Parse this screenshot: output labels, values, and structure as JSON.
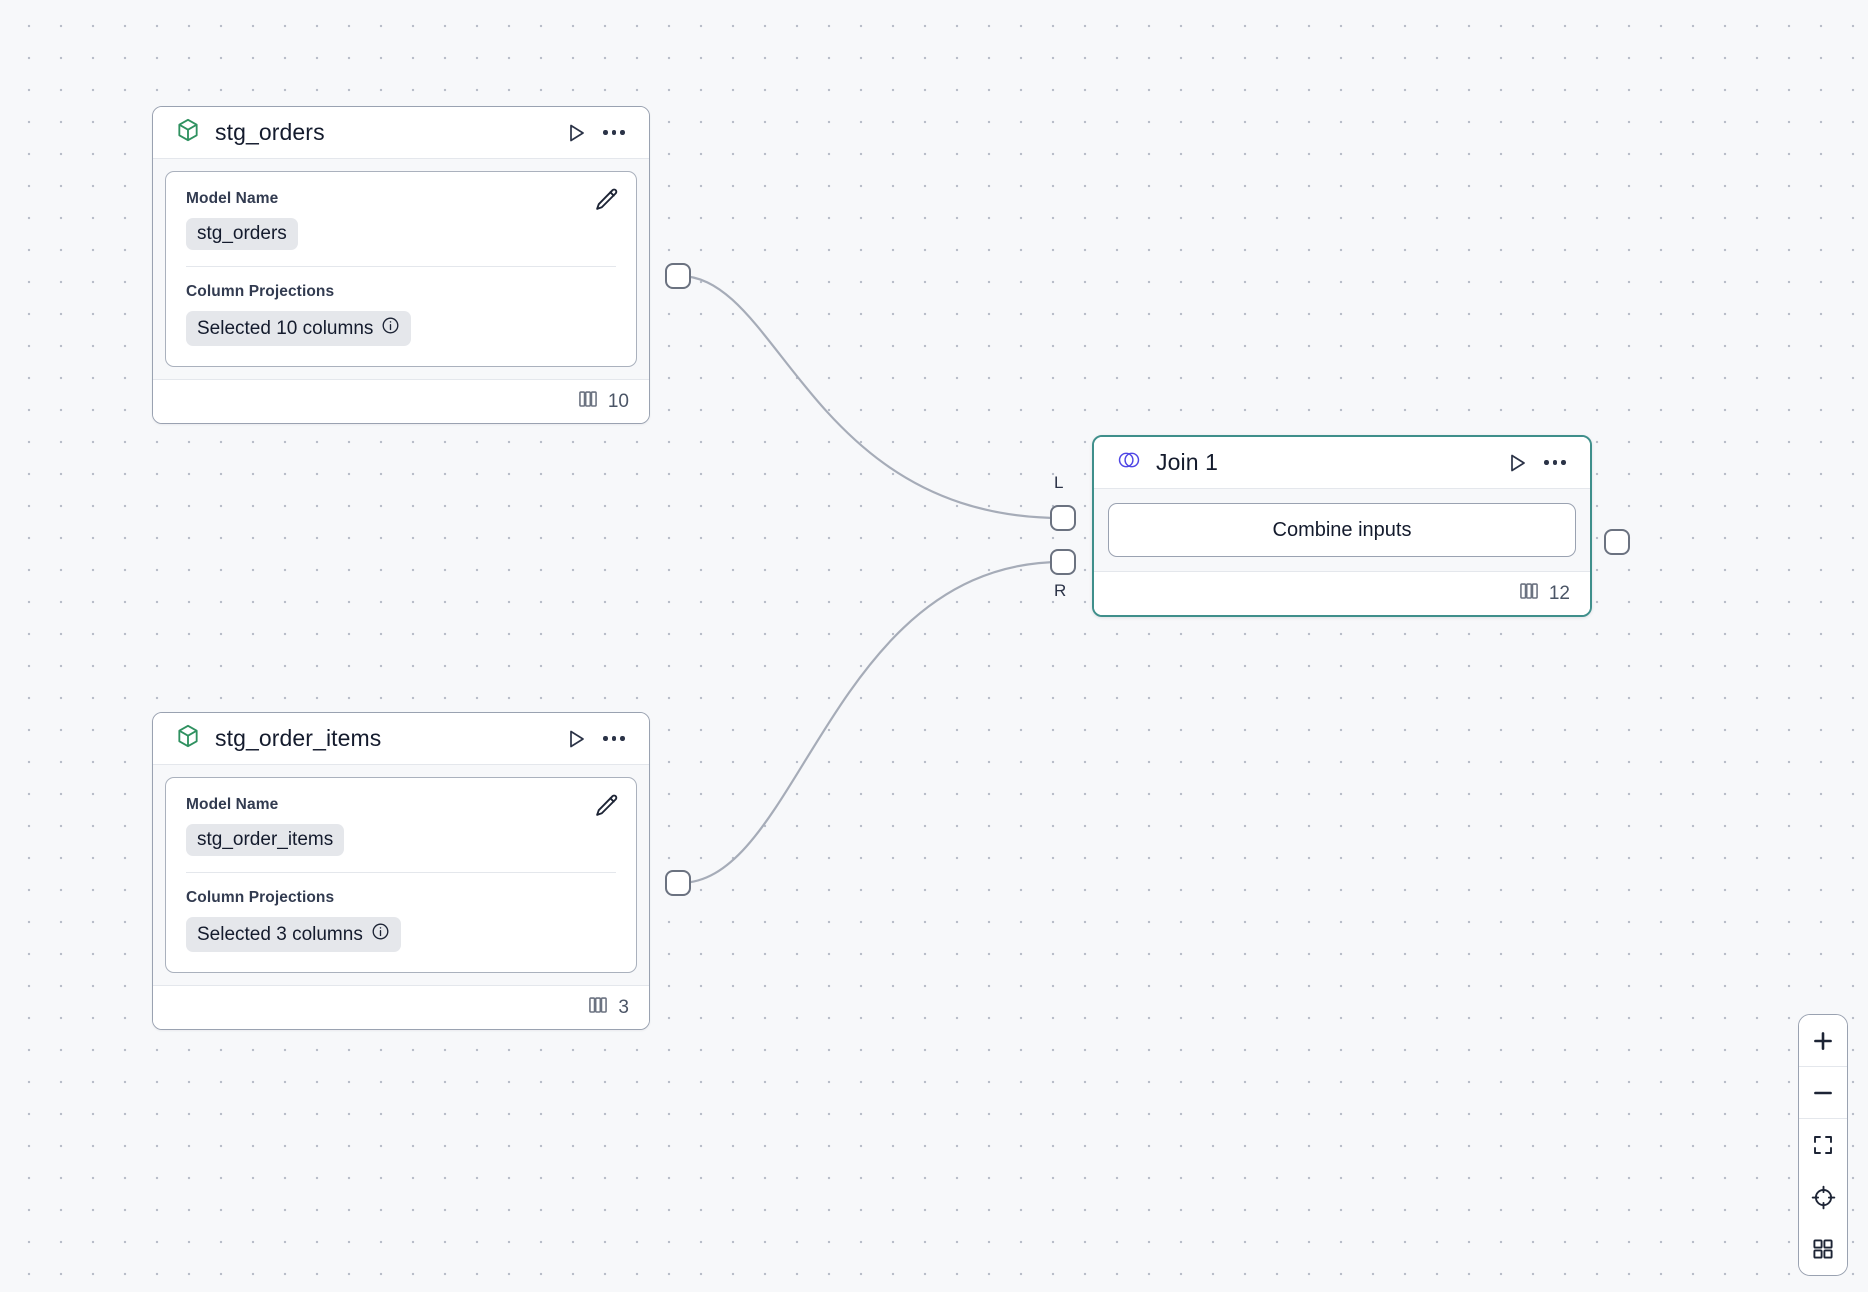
{
  "canvas": {
    "background_color": "#f7f8fa",
    "dot_color": "#b9bec9",
    "selected_border_color": "#3f8f8b",
    "edge_color": "#a6acb8"
  },
  "nodes": [
    {
      "id": "stg_orders",
      "type": "model",
      "icon": "cube-icon",
      "icon_color": "#2f9160",
      "title": "stg_orders",
      "run_label": "run-icon",
      "menu_label": "more-options-icon",
      "fields": [
        {
          "label": "Model Name",
          "value": "stg_orders"
        },
        {
          "label": "Column Projections",
          "value": "Selected 10 columns",
          "has_info": true
        }
      ],
      "footer": {
        "icon": "columns-icon",
        "count": "10"
      },
      "selected": false
    },
    {
      "id": "stg_order_items",
      "type": "model",
      "icon": "cube-icon",
      "icon_color": "#2f9160",
      "title": "stg_order_items",
      "run_label": "run-icon",
      "menu_label": "more-options-icon",
      "fields": [
        {
          "label": "Model Name",
          "value": "stg_order_items"
        },
        {
          "label": "Column Projections",
          "value": "Selected 3 columns",
          "has_info": true
        }
      ],
      "footer": {
        "icon": "columns-icon",
        "count": "3"
      },
      "selected": false
    },
    {
      "id": "join_1",
      "type": "join",
      "icon": "venn-join-icon",
      "icon_color": "#4f46e5",
      "title": "Join 1",
      "run_label": "run-icon",
      "menu_label": "more-options-icon",
      "action_button": "Combine inputs",
      "input_ports": [
        "L",
        "R"
      ],
      "footer": {
        "icon": "columns-icon",
        "count": "12"
      },
      "selected": true
    }
  ],
  "controls": [
    {
      "name": "zoom-in-button",
      "label": "+"
    },
    {
      "name": "zoom-out-button",
      "label": "−"
    },
    {
      "name": "fit-view-button",
      "label": "fit-view-icon"
    },
    {
      "name": "lock-view-button",
      "label": "target-icon"
    },
    {
      "name": "toggle-grid-button",
      "label": "grid-icon"
    }
  ]
}
